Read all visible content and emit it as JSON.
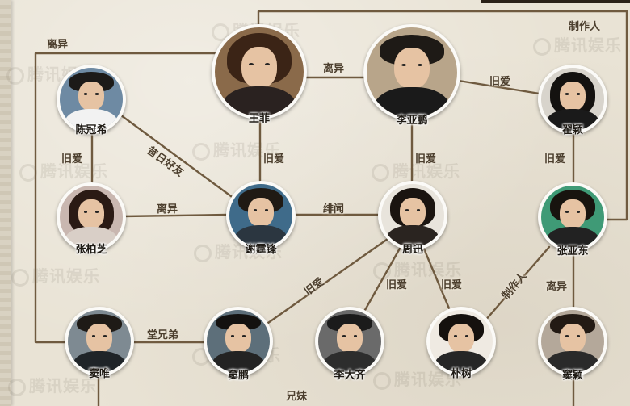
{
  "people": {
    "wang_fei": "王菲",
    "li_yapeng": "李亚鹏",
    "chen_guanxi": "陈冠希",
    "zhai_ying": "翟颖",
    "zhang_bozhi": "张柏芝",
    "xie_tingfeng": "谢霆锋",
    "zhou_xun": "周迅",
    "zhang_yadong": "张亚东",
    "dou_wei": "窦唯",
    "dou_peng": "窦鹏",
    "li_daqi": "李大齐",
    "pu_shu": "朴树",
    "dou_ying": "窦颖"
  },
  "relations": {
    "divorce": "离异",
    "ex_lover": "旧爱",
    "former_friend": "昔日好友",
    "rumor": "绯闻",
    "producer": "制作人",
    "cousin": "堂兄弟",
    "siblings": "兄妹"
  },
  "watermark": "腾讯娱乐",
  "colors": {
    "background": "#e9e3d5",
    "line": "#6f5a3f",
    "label": "#4c3f2e"
  }
}
